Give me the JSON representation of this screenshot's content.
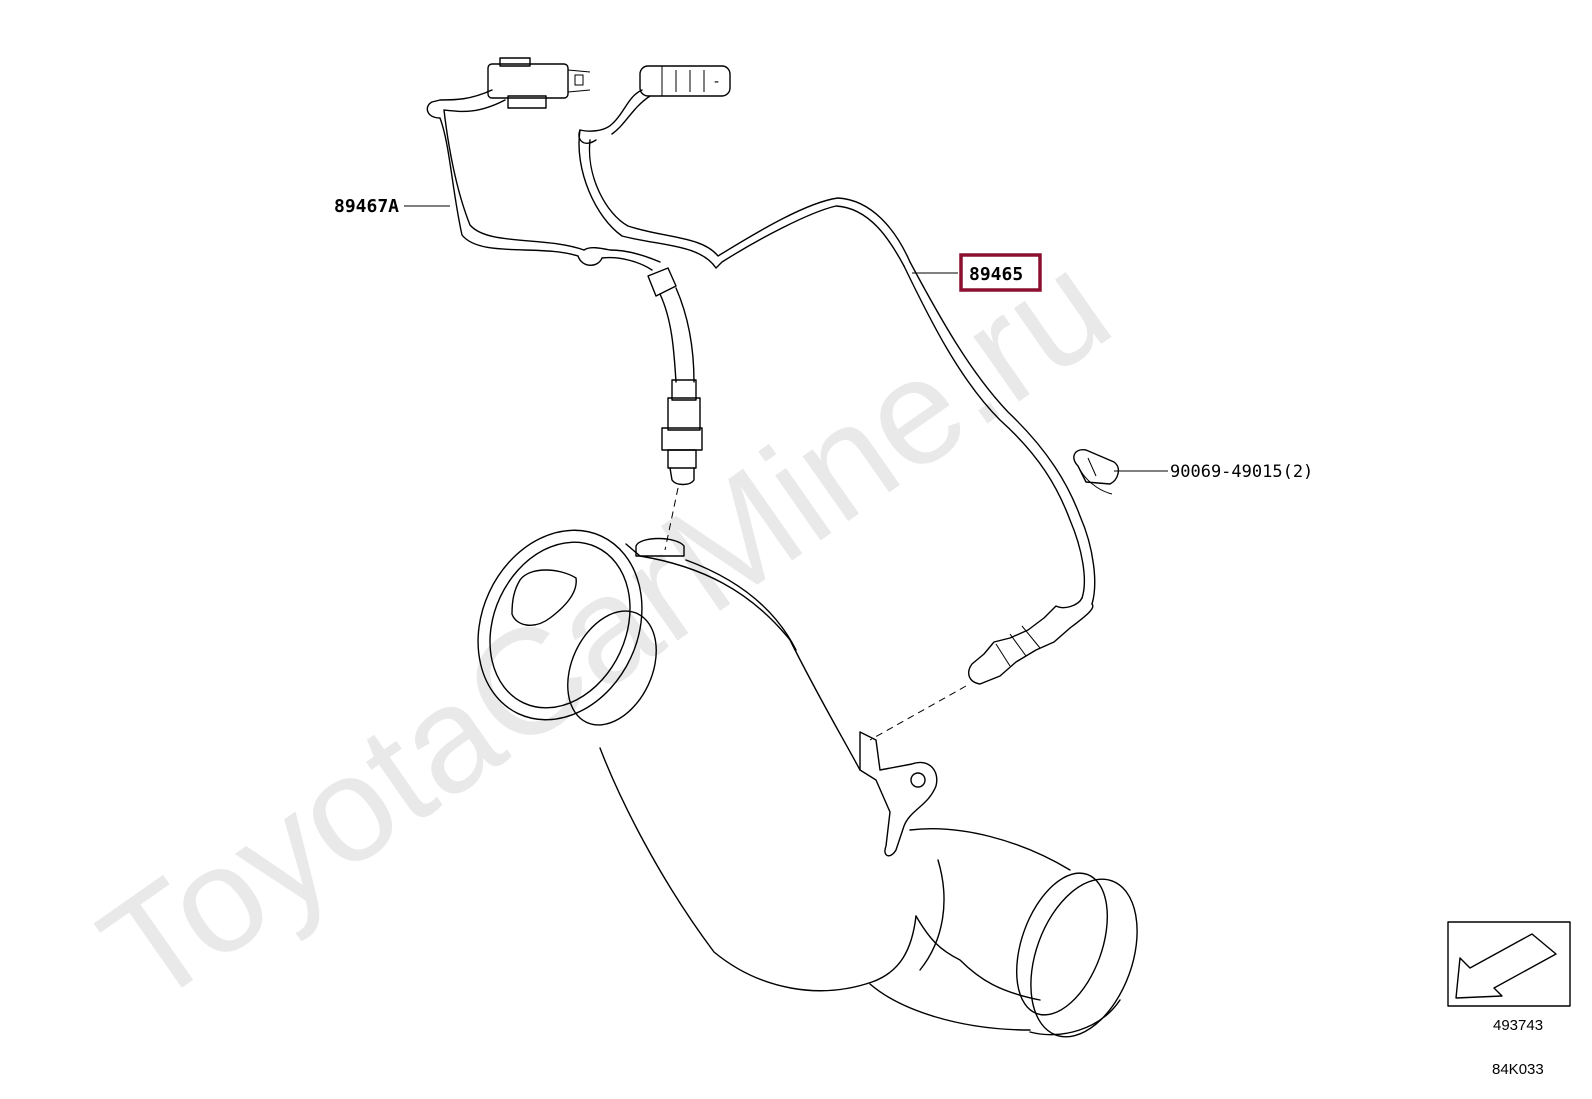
{
  "diagram": {
    "watermark": "ToyotaCarMine.ru",
    "callouts": {
      "sensor_upstream": "89467A",
      "sensor_downstream": "89465",
      "clamp": "90069-49015(2)"
    },
    "highlighted_part": "89465",
    "illustration_number": "493743",
    "figure_code": "84K033",
    "colors": {
      "highlight": "#8b1030",
      "watermark": "#e9e9e9",
      "line": "#000000"
    },
    "icons": [
      "front-direction-arrow-icon"
    ]
  }
}
